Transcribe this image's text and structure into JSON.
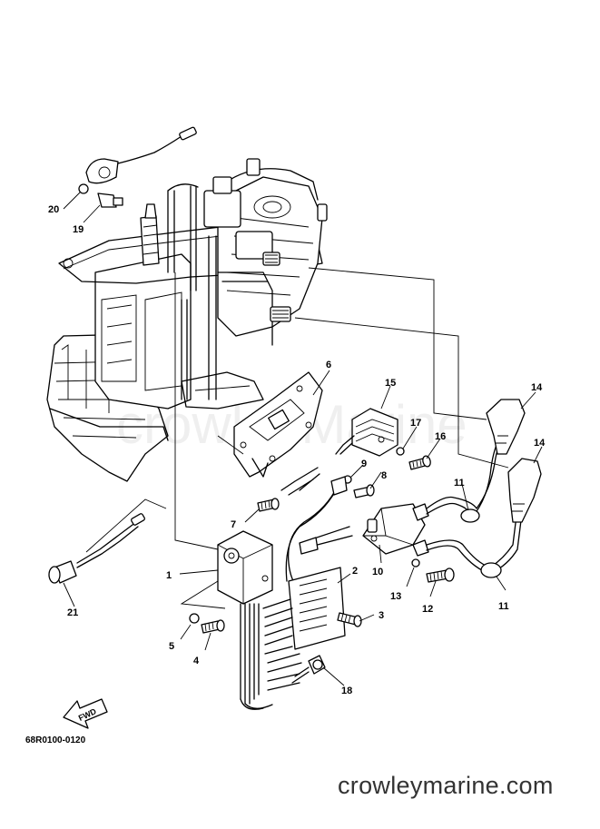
{
  "callouts": [
    "1",
    "2",
    "3",
    "4",
    "5",
    "6",
    "7",
    "8",
    "9",
    "10",
    "11",
    "11",
    "12",
    "13",
    "14",
    "14",
    "15",
    "16",
    "17",
    "18",
    "19",
    "20",
    "21"
  ],
  "fwd_label": "FWD",
  "drawing_number": "68R0100-0120",
  "watermark": "crowleyMarine",
  "site": "crowleymarine.com"
}
